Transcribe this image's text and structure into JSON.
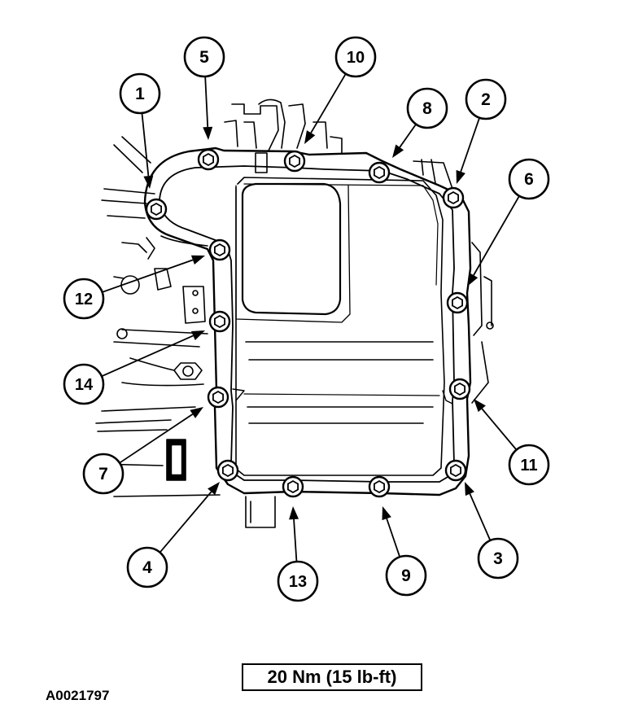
{
  "callouts": [
    {
      "label": "1"
    },
    {
      "label": "2"
    },
    {
      "label": "3"
    },
    {
      "label": "4"
    },
    {
      "label": "5"
    },
    {
      "label": "6"
    },
    {
      "label": "7"
    },
    {
      "label": "8"
    },
    {
      "label": "9"
    },
    {
      "label": "10"
    },
    {
      "label": "11"
    },
    {
      "label": "12"
    },
    {
      "label": "13"
    },
    {
      "label": "14"
    }
  ],
  "torque_spec": "20 Nm (15 lb-ft)",
  "figure_code": "A0021797",
  "colors": {
    "ink": "#000000",
    "paper": "#ffffff"
  }
}
